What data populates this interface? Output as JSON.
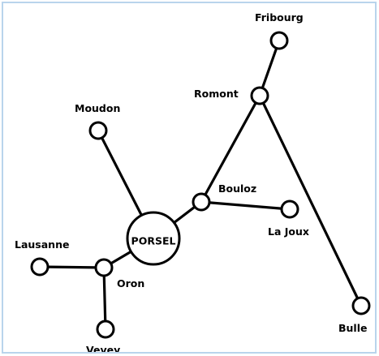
{
  "map": {
    "hub": {
      "id": "porsel",
      "label": "PORSEL"
    },
    "places": [
      {
        "id": "fribourg",
        "label": "Fribourg"
      },
      {
        "id": "romont",
        "label": "Romont"
      },
      {
        "id": "moudon",
        "label": "Moudon"
      },
      {
        "id": "bouloz",
        "label": "Bouloz"
      },
      {
        "id": "la-joux",
        "label": "La Joux"
      },
      {
        "id": "lausanne",
        "label": "Lausanne"
      },
      {
        "id": "oron",
        "label": "Oron"
      },
      {
        "id": "vevey",
        "label": "Vevey"
      },
      {
        "id": "bulle",
        "label": "Bulle"
      }
    ],
    "connections": [
      [
        "porsel",
        "moudon"
      ],
      [
        "porsel",
        "bouloz"
      ],
      [
        "porsel",
        "oron"
      ],
      [
        "bouloz",
        "romont"
      ],
      [
        "bouloz",
        "la-joux"
      ],
      [
        "romont",
        "fribourg"
      ],
      [
        "romont",
        "bulle"
      ],
      [
        "oron",
        "lausanne"
      ],
      [
        "oron",
        "vevey"
      ]
    ],
    "colors": {
      "frame": "#b9d4ec",
      "lines": "#000000",
      "nodes_fill": "#ffffff"
    }
  }
}
